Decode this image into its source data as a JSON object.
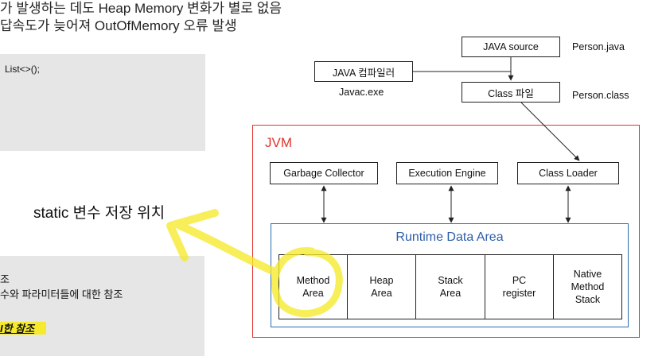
{
  "header": {
    "line1": "가 발생하는 데도 Heap Memory 변화가 별로 없음",
    "line2": "답속도가 늦어져 OutOfMemory 오류 발생"
  },
  "code_block": {
    "text": "List<>();"
  },
  "static_label": "static 변수 저장 위치",
  "ref_block": {
    "line1": "조",
    "line2": "수와 파라미터들에 대한 참조",
    "line3": "I한 참조"
  },
  "diagram": {
    "java_source": "JAVA source",
    "person_java": "Person.java",
    "java_compiler": "JAVA 컴파일러",
    "javac": "Javac.exe",
    "class_file": "Class 파일",
    "person_class": "Person.class",
    "jvm_title": "JVM",
    "garbage_collector": "Garbage Collector",
    "execution_engine": "Execution Engine",
    "class_loader": "Class Loader",
    "runtime_title": "Runtime Data Area",
    "areas": {
      "method": "Method\nArea",
      "heap": "Heap\nArea",
      "stack": "Stack\nArea",
      "pc": "PC\nregister",
      "native": "Native\nMethod\nStack"
    }
  },
  "colors": {
    "jvm_border": "#e0342d",
    "jvm_text": "#e0342d",
    "runtime_border": "#2b6cb0",
    "runtime_text": "#2e5fa8",
    "highlight": "#f5ea2c"
  }
}
